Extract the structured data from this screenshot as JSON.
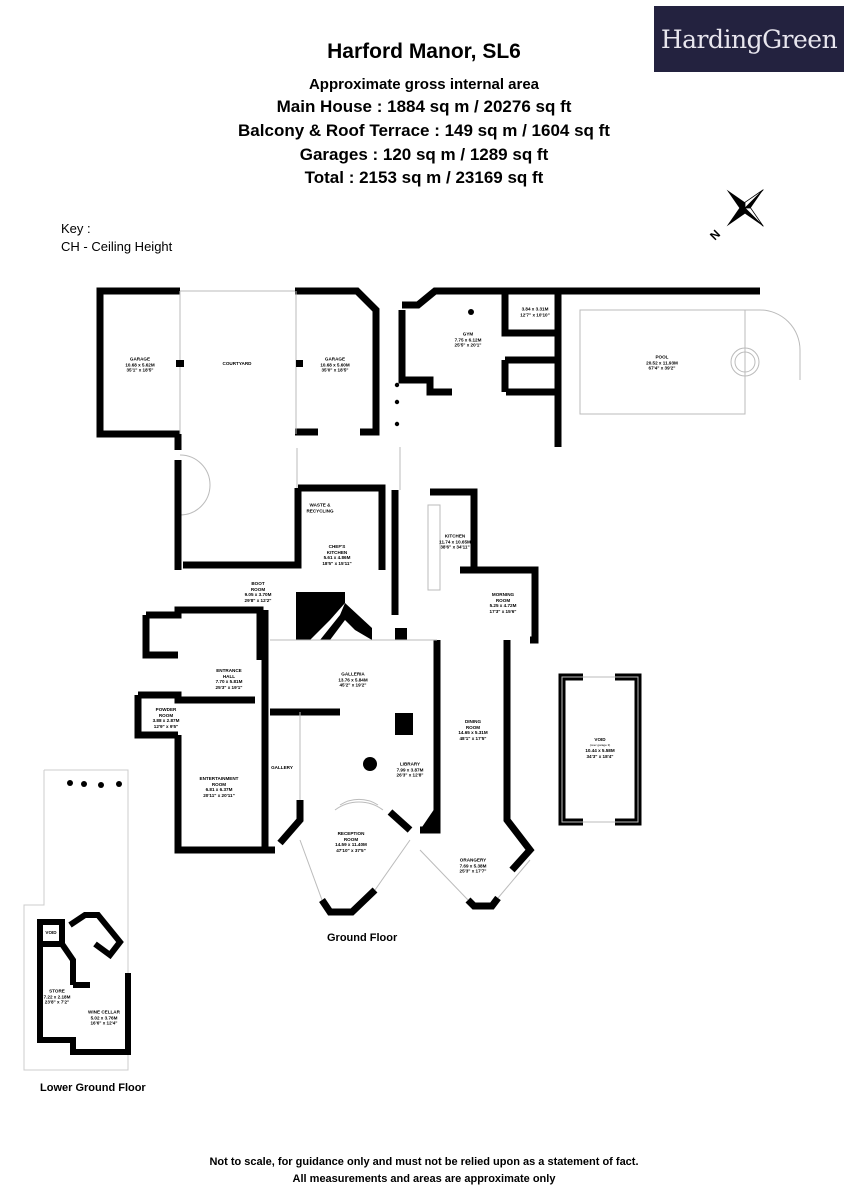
{
  "header": {
    "title": "Harford Manor, SL6",
    "subtitle": "Approximate gross internal area",
    "areas": [
      "Main House : 1884 sq m /  20276 sq ft",
      "Balcony & Roof Terrace : 149 sq m /  1604 sq ft",
      "Garages : 120 sq m /  1289 sq ft",
      "Total : 2153 sq m /  23169 sq ft"
    ]
  },
  "logo": "HardingGreen",
  "compass": {
    "label": "N"
  },
  "key": {
    "title": "Key :",
    "entries": [
      "CH - Ceiling Height"
    ]
  },
  "rooms": {
    "garage1": {
      "name": "GARAGE",
      "metric": "10.68 x 5.62M",
      "imperial": "35'1\" x 18'5\""
    },
    "courtyard": {
      "name": "COURTYARD"
    },
    "garage2": {
      "name": "GARAGE",
      "metric": "10.68 x 5.60M",
      "imperial": "35'0\" x 18'5\""
    },
    "gym": {
      "name": "GYM",
      "metric": "7.75 x 6.12M",
      "imperial": "25'5\" x 20'1\""
    },
    "gymroom": {
      "metric": "3.84 x 3.31M",
      "imperial": "12'7\" x 10'10\""
    },
    "pool": {
      "name": "POOL",
      "metric": "20.52 x 11.93M",
      "imperial": "67'4\" x 39'2\""
    },
    "waste": {
      "name": "WASTE &",
      "name2": "RECYCLING"
    },
    "chefs": {
      "name": "CHEF'S",
      "name2": "KITCHEN",
      "metric": "5.61 x 4.86M",
      "imperial": "18'5\" x 15'11\""
    },
    "kitchen": {
      "name": "KITCHEN",
      "metric": "11.74 x 10.65M",
      "imperial": "38'6\" x 34'11\""
    },
    "boot": {
      "name": "BOOT",
      "name2": "ROOM",
      "metric": "9.05 x 3.70M",
      "imperial": "29'8\" x 12'2\""
    },
    "morning": {
      "name": "MORNING",
      "name2": "ROOM",
      "metric": "5.25 x 4.72M",
      "imperial": "17'3\" x 15'6\""
    },
    "entrance": {
      "name": "ENTRANCE",
      "name2": "HALL",
      "metric": "7.70 x 5.81M",
      "imperial": "25'3\" x 19'1\""
    },
    "galleria": {
      "name": "GALLERIA",
      "metric": "13.76 x 5.84M",
      "imperial": "45'2\" x 19'2\""
    },
    "powder": {
      "name": "POWDER",
      "name2": "ROOM",
      "metric": "3.88 x 2.87M",
      "imperial": "12'9\" x 9'5\""
    },
    "dining": {
      "name": "DINING",
      "name2": "ROOM",
      "metric": "14.65 x 5.31M",
      "imperial": "48'1\" x 17'5\""
    },
    "void": {
      "name": "VOID",
      "note": "(over garage 3)",
      "metric": "10.44 x 5.58M",
      "imperial": "34'3\" x 18'4\""
    },
    "gallery": {
      "name": "GALLERY"
    },
    "entertainment": {
      "name": "ENTERTAINMENT",
      "name2": "ROOM",
      "metric": "6.81 x 6.37M",
      "imperial": "20'11\" x 20'11\""
    },
    "library": {
      "name": "LIBRARY",
      "metric": "7.99 x 3.87M",
      "imperial": "26'3\" x 12'8\""
    },
    "reception": {
      "name": "RECEPTION",
      "name2": "ROOM",
      "metric": "14.59 x 11.40M",
      "imperial": "47'10\" x 37'5\""
    },
    "orangery": {
      "name": "ORANGERY",
      "metric": "7.69 x 5.38M",
      "imperial": "25'3\" x 17'7\""
    },
    "lgvoid": {
      "name": "VOID"
    },
    "store": {
      "name": "STORE",
      "metric": "7.22 x 2.18M",
      "imperial": "23'8\" x 7'2\""
    },
    "wine": {
      "name": "WINE CELLAR",
      "metric": "5.02 x 3.76M",
      "imperial": "16'6\" x 12'4\""
    }
  },
  "floors": {
    "ground": "Ground Floor",
    "lower": "Lower Ground Floor"
  },
  "footer": [
    "Not to scale, for guidance only and must not be relied upon as a statement of fact.",
    "All measurements and areas are approximate only"
  ]
}
